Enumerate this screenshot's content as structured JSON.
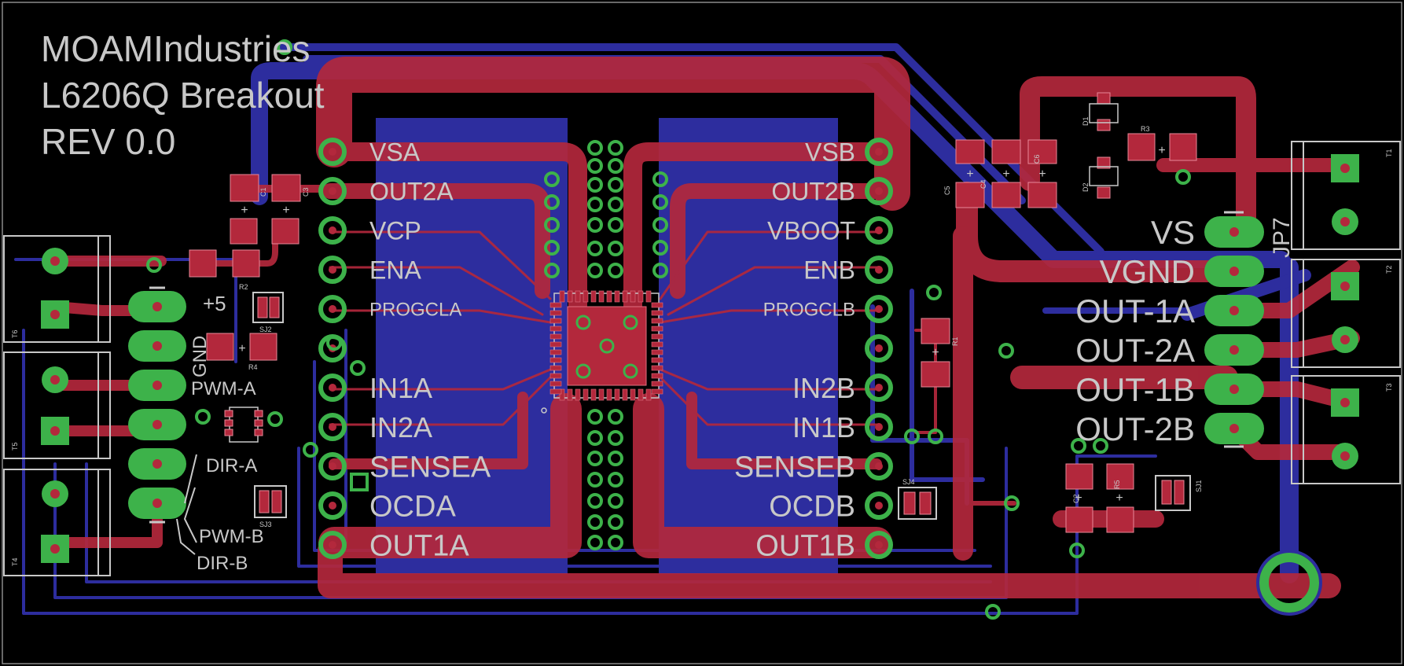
{
  "colors": {
    "background": "#000000",
    "top_copper": "#b3283c",
    "bottom_copper": "#2d2d9e",
    "pad": "#3db24a",
    "silkscreen": "#c8c8c8",
    "outline": "#8a8a8a"
  },
  "title": {
    "company": "MOAMIndustries",
    "board": "L6206Q Breakout",
    "revision": "REV 0.0"
  },
  "left_header_labels": [
    "VSA",
    "OUT2A",
    "VCP",
    "ENA",
    "PROGCLA",
    "",
    "IN1A",
    "IN2A",
    "SENSEA",
    "OCDA",
    "OUT1A"
  ],
  "right_header_labels": [
    "VSB",
    "OUT2B",
    "VBOOT",
    "ENB",
    "PROGCLB",
    "",
    "IN2B",
    "IN1B",
    "SENSEB",
    "OCDB",
    "OUT1B"
  ],
  "jp7_labels": [
    "VS",
    "VGND",
    "OUT-1A",
    "OUT-2A",
    "OUT-1B",
    "OUT-2B"
  ],
  "jp7_name": "JP7",
  "left_pin_labels": {
    "plus5": "+5",
    "gnd": "GND",
    "pwm_a": "PWM-A",
    "dir_a": "DIR-A",
    "pwm_b": "PWM-B",
    "dir_b": "DIR-B"
  },
  "component_labels": {
    "c1": "C1",
    "c3": "C3",
    "r2": "R2",
    "r4": "R4",
    "sj2": "SJ2",
    "sj3": "SJ3",
    "d1": "D1",
    "d2": "D2",
    "r3": "R3",
    "c5": "C5",
    "c4": "C4",
    "c6": "C6",
    "r1": "R1",
    "sj4": "SJ4",
    "c2": "C2",
    "r5": "R5",
    "sj1": "SJ1",
    "t1": "T1",
    "t2": "T2",
    "t3": "T3",
    "t4": "T4",
    "t5": "T5",
    "t6": "T6"
  },
  "polarity": {
    "plus": "+"
  }
}
